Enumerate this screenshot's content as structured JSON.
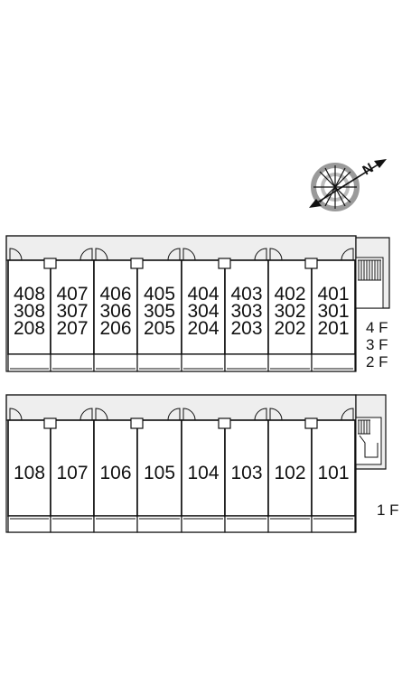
{
  "upper_block": {
    "units": [
      {
        "lines": [
          "408",
          "308",
          "208"
        ]
      },
      {
        "lines": [
          "407",
          "307",
          "207"
        ]
      },
      {
        "lines": [
          "406",
          "306",
          "206"
        ]
      },
      {
        "lines": [
          "405",
          "305",
          "205"
        ]
      },
      {
        "lines": [
          "404",
          "304",
          "204"
        ]
      },
      {
        "lines": [
          "403",
          "303",
          "203"
        ]
      },
      {
        "lines": [
          "402",
          "302",
          "202"
        ]
      },
      {
        "lines": [
          "401",
          "301",
          "201"
        ]
      }
    ],
    "floor_labels": [
      "4 F",
      "3 F",
      "2 F"
    ]
  },
  "lower_block": {
    "units": [
      {
        "lines": [
          "108"
        ]
      },
      {
        "lines": [
          "107"
        ]
      },
      {
        "lines": [
          "106"
        ]
      },
      {
        "lines": [
          "105"
        ]
      },
      {
        "lines": [
          "104"
        ]
      },
      {
        "lines": [
          "103"
        ]
      },
      {
        "lines": [
          "102"
        ]
      },
      {
        "lines": [
          "101"
        ]
      }
    ],
    "floor_labels": [
      "1 F"
    ]
  },
  "compass": {
    "label": "N"
  },
  "colors": {
    "line": "#111111",
    "corridor": "#eeeeee",
    "compass_ring": "#9a9a9a"
  }
}
